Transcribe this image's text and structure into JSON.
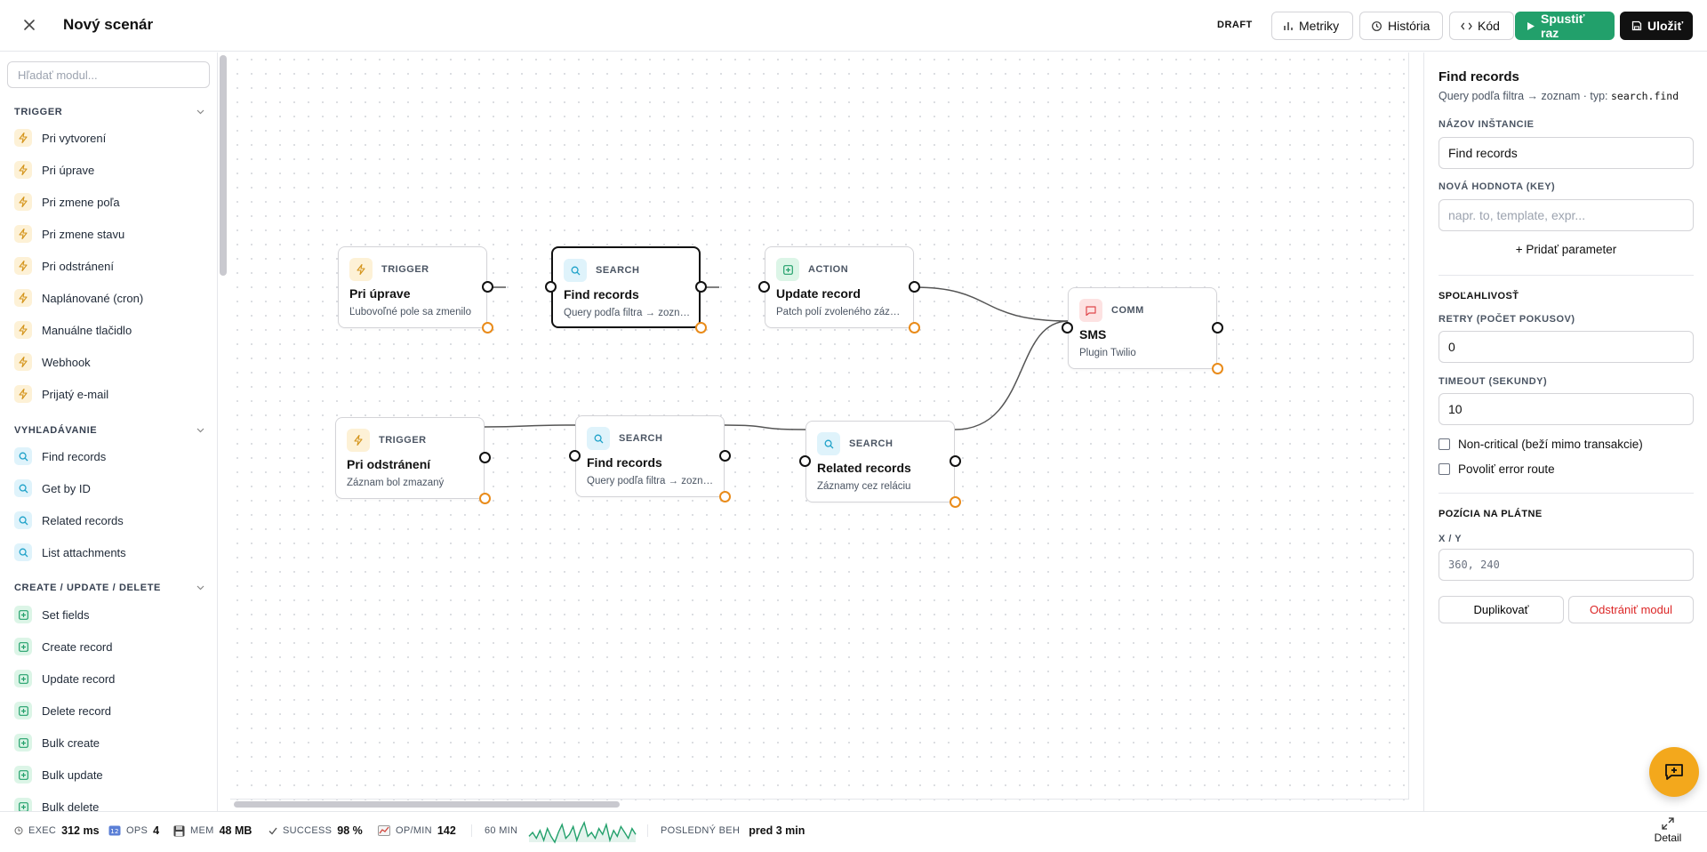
{
  "header": {
    "title": "Nový scenár",
    "status": "DRAFT",
    "buttons": {
      "metrics": "Metriky",
      "history": "História",
      "code": "Kód",
      "run": "Spustiť raz",
      "save": "Uložiť"
    }
  },
  "sidebar": {
    "search_placeholder": "Hľadať modul...",
    "sections": [
      {
        "title": "TRIGGER",
        "items": [
          "Pri vytvorení",
          "Pri úprave",
          "Pri zmene poľa",
          "Pri zmene stavu",
          "Pri odstránení",
          "Naplánované (cron)",
          "Manuálne tlačidlo",
          "Webhook",
          "Prijatý e-mail"
        ]
      },
      {
        "title": "VYHĽADÁVANIE",
        "items": [
          "Find records",
          "Get by ID",
          "Related records",
          "List attachments"
        ]
      },
      {
        "title": "CREATE / UPDATE / DELETE",
        "items": [
          "Set fields",
          "Create record",
          "Update record",
          "Delete record",
          "Bulk create",
          "Bulk update",
          "Bulk delete"
        ]
      }
    ]
  },
  "canvas": {
    "nodes": [
      {
        "type": "TRIGGER",
        "title": "Pri úprave",
        "desc": "Ľubovoľné pole sa zmenilo",
        "icon": "bolt-icon"
      },
      {
        "type": "SEARCH",
        "title": "Find records",
        "desc": "Query podľa filtra → zoznam",
        "icon": "search-icon"
      },
      {
        "type": "ACTION",
        "title": "Update record",
        "desc": "Patch polí zvoleného záznamu",
        "icon": "plus-square-icon"
      },
      {
        "type": "COMM",
        "title": "SMS",
        "desc": "Plugin Twilio",
        "icon": "message-icon"
      },
      {
        "type": "TRIGGER",
        "title": "Pri odstránení",
        "desc": "Záznam bol zmazaný",
        "icon": "bolt-icon"
      },
      {
        "type": "SEARCH",
        "title": "Find records",
        "desc": "Query podľa filtra → zoznam",
        "icon": "search-icon"
      },
      {
        "type": "SEARCH",
        "title": "Related records",
        "desc": "Záznamy cez reláciu",
        "icon": "search-icon"
      }
    ]
  },
  "panel": {
    "title": "Find records",
    "subtitle": "Query podľa filtra → zoznam · typ: ",
    "subtitle_code": "search.find",
    "instance_label": "NÁZOV INŠTANCIE",
    "instance_value": "Find records",
    "newval_label": "NOVÁ HODNOTA (KEY)",
    "newval_placeholder": "napr. to, template, expr...",
    "add_param": "+ Pridať parameter",
    "reliability_title": "SPOĽAHLIVOSŤ",
    "retry_label": "RETRY (POČET POKUSOV)",
    "retry_value": "0",
    "timeout_label": "TIMEOUT (SEKUNDY)",
    "timeout_value": "10",
    "noncritical": "Non-critical (beží mimo transakcie)",
    "error_route": "Povoliť error route",
    "position_title": "POZÍCIA NA PLÁTNE",
    "xy_label": "X / Y",
    "xy_value": "360, 240",
    "duplicate": "Duplikovať",
    "remove": "Odstrániť modul"
  },
  "status": {
    "exec_label": "EXEC",
    "exec_value": "312 ms",
    "ops_label": "OPS",
    "ops_value": "4",
    "mem_label": "MEM",
    "mem_value": "48 MB",
    "success_label": "SUCCESS",
    "success_value": "98 %",
    "opmin_label": "OP/MIN",
    "opmin_value": "142",
    "window_label": "60 MIN",
    "sparkline": [
      6,
      8,
      5,
      9,
      4,
      10,
      6,
      3,
      8,
      12,
      5,
      7,
      11,
      4,
      9,
      13,
      6,
      8,
      5,
      10,
      7,
      12,
      4,
      9,
      6,
      11,
      8,
      5,
      10,
      7
    ],
    "sparkline_color": "#22a06b",
    "last_label": "POSLEDNÝ BEH",
    "last_value": "pred 3 min",
    "detail": "Detail"
  },
  "colors": {
    "trigger": "#e0a21a",
    "search": "#1fa2c9",
    "action": "#22a06b",
    "comm": "#e0484d",
    "error_port": "#e98b1a",
    "run": "#22a06b"
  }
}
